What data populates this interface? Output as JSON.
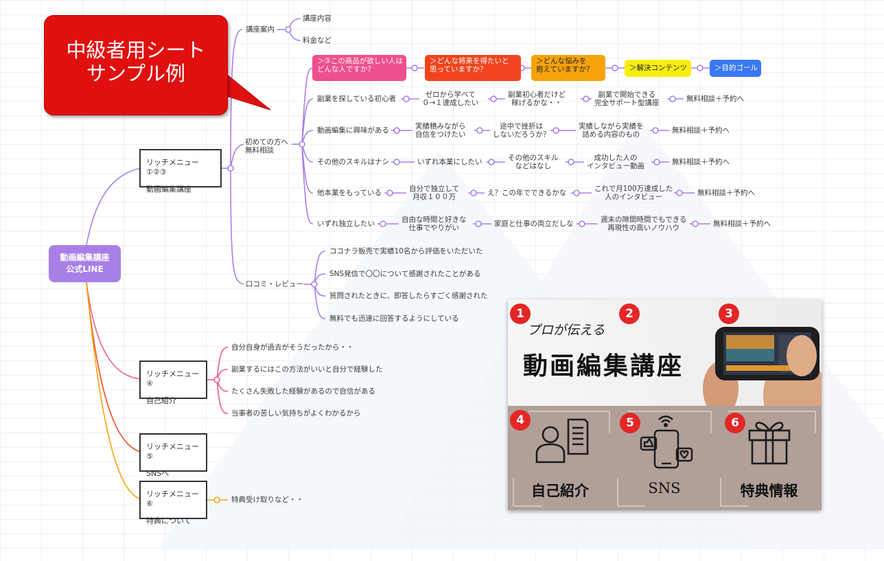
{
  "callout": {
    "line1": "中級者用シート",
    "line2": "サンプル例"
  },
  "root": {
    "line1": "動画編集講座",
    "line2": "公式LINE"
  },
  "menus": {
    "m1": {
      "title": "リッチメニュー①②③",
      "sub": "動画編集講座"
    },
    "m4": {
      "title": "リッチメニュー④",
      "sub": "自己紹介"
    },
    "m5": {
      "title": "リッチメニュー⑤",
      "sub": "SNSへ"
    },
    "m6": {
      "title": "リッチメニュー⑥",
      "sub": "特典について"
    }
  },
  "branch1": {
    "course_info": "講座案内",
    "course_children": [
      "講座内容",
      "料金など"
    ],
    "first_time": "初めての方へ\n無料相談",
    "reviews": "口コミ・レビュー"
  },
  "headers": [
    "＞③この商品が欲しい人は\nどんな人ですか？",
    "＞どんな将来を得たいと\n思っていますか？",
    "＞どんな悩みを\n抱えていますか？",
    "＞解決コンテンツ",
    "＞目的ゴール"
  ],
  "header_colors": [
    "#ef4f8d",
    "#f0441e",
    "#f7a30c",
    "#f7ee10",
    "#3a78f2"
  ],
  "rows": [
    [
      "副業を探している初心者",
      "ゼロから学べて\n０→１達成したい",
      "副業初心者だけど\n稼げるかな・・",
      "副業で開始できる\n完全サポート型講座",
      "無料相談＋予約へ"
    ],
    [
      "動画編集に興味がある",
      "実績積みながら\n自信をつけたい",
      "途中で挫折は\nしないだろうか？",
      "実績しながら実績を\n詰める内容のもの",
      "無料相談＋予約へ"
    ],
    [
      "その他のスキルはナシ",
      "いずれ本業にしたい",
      "その他のスキル\nなどはなし",
      "成功した人の\nインタビュー動画",
      "無料相談＋予約へ"
    ],
    [
      "他本業をもっている",
      "自分で独立して\n月収１００万",
      "え？この年でできるかな",
      "これで月100万達成した\n人のインタビュー",
      "無料相談＋予約へ"
    ],
    [
      "いずれ独立したい",
      "自由な時間と好きな\n仕事でやりがい",
      "家庭と仕事の両立だしな",
      "週末の隙間時間でもできる\n再現性の高いノウハウ",
      "無料相談＋予約へ"
    ]
  ],
  "review_items": [
    "ココナラ販売で実績10名から評価をいただいた",
    "SNS発信で〇〇について感謝されたことがある",
    "質問されたときに、即答したらすごく感謝された",
    "無料でも迅速に回答するようにしている"
  ],
  "intro_items": [
    "自分自身が過去がそうだったから・・",
    "副業するにはこの方法がいいと自分で経験した",
    "たくさん失敗した経験があるので自信がある",
    "当事者の苦しい気持ちがよくわかるから"
  ],
  "bonus_items": [
    "特典受け取りなど・・"
  ],
  "banner": {
    "numbers": [
      "1",
      "2",
      "3",
      "4",
      "5",
      "6"
    ],
    "catch": "プロが伝える",
    "title": "動画編集講座",
    "labels": [
      "自己紹介",
      "SNS",
      "特典情報"
    ],
    "icons": [
      "person-document-icon",
      "smartphone-social-icon",
      "gift-box-icon"
    ]
  },
  "colors": {
    "purple": "#a77fe7",
    "pink": "#ee5d8b",
    "red": "#f04a24",
    "orange": "#f5a40e",
    "badge_red": "#e32626"
  }
}
